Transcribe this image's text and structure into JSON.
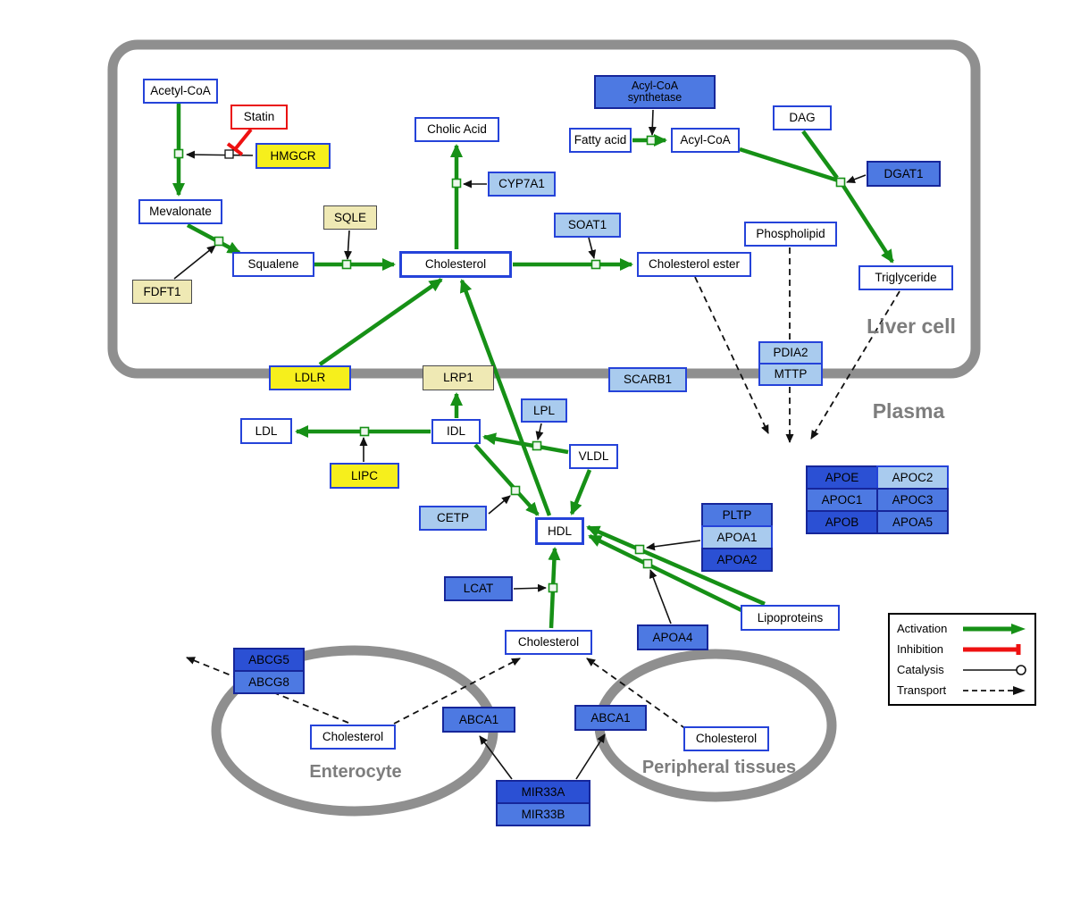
{
  "compartments": {
    "liver": "Liver cell",
    "plasma": "Plasma",
    "enterocyte": "Enterocyte",
    "peripheral": "Peripheral tissues"
  },
  "nodes": {
    "acetyl_coa": "Acetyl-CoA",
    "statin": "Statin",
    "hmgcr": "HMGCR",
    "mevalonate": "Mevalonate",
    "sqle": "SQLE",
    "fdft1": "FDFT1",
    "squalene": "Squalene",
    "cholic_acid": "Cholic Acid",
    "cyp7a1": "CYP7A1",
    "cholesterol_liver": "Cholesterol",
    "soat1": "SOAT1",
    "cholesterol_ester": "Cholesterol ester",
    "acyl_coa_synthetase_1": "Acyl-CoA",
    "acyl_coa_synthetase_2": "synthetase",
    "fatty_acid": "Fatty acid",
    "acyl_coa2": "Acyl-CoA",
    "dag": "DAG",
    "dgat1": "DGAT1",
    "phospholipid": "Phospholipid",
    "triglyceride": "Triglyceride",
    "pdia2": "PDIA2",
    "mttp": "MTTP",
    "ldlr": "LDLR",
    "lrp1": "LRP1",
    "scarb1": "SCARB1",
    "ldl": "LDL",
    "idl": "IDL",
    "lpl": "LPL",
    "vldl": "VLDL",
    "lipc": "LIPC",
    "cetp": "CETP",
    "hdl": "HDL",
    "pltp": "PLTP",
    "apoa1": "APOA1",
    "apoa2": "APOA2",
    "lcat": "LCAT",
    "apoa4": "APOA4",
    "lipoproteins": "Lipoproteins",
    "apoe": "APOE",
    "apoc2": "APOC2",
    "apoc1": "APOC1",
    "apoc3": "APOC3",
    "apob": "APOB",
    "apoa5": "APOA5",
    "cholesterol_plasma": "Cholesterol",
    "abcg5": "ABCG5",
    "abcg8": "ABCG8",
    "cholesterol_enterocyte": "Cholesterol",
    "abca1_left": "ABCA1",
    "abca1_right": "ABCA1",
    "cholesterol_peripheral": "Cholesterol",
    "mir33a": "MIR33A",
    "mir33b": "MIR33B"
  },
  "legend": {
    "activation": "Activation",
    "inhibition": "Inhibition",
    "catalysis": "Catalysis",
    "transport": "Transport"
  },
  "colors": {
    "activation_green": "#169016",
    "inhibition_red": "#ee1111",
    "membrane_gray": "#8f8f8f",
    "node_border_blue": "#2543d9",
    "yellow": "#f6ef1c",
    "pale_yellow": "#efe9b4",
    "light_blue": "#a9cbee",
    "medium_blue": "#4d79e2",
    "dark_blue": "#2b50d4"
  }
}
